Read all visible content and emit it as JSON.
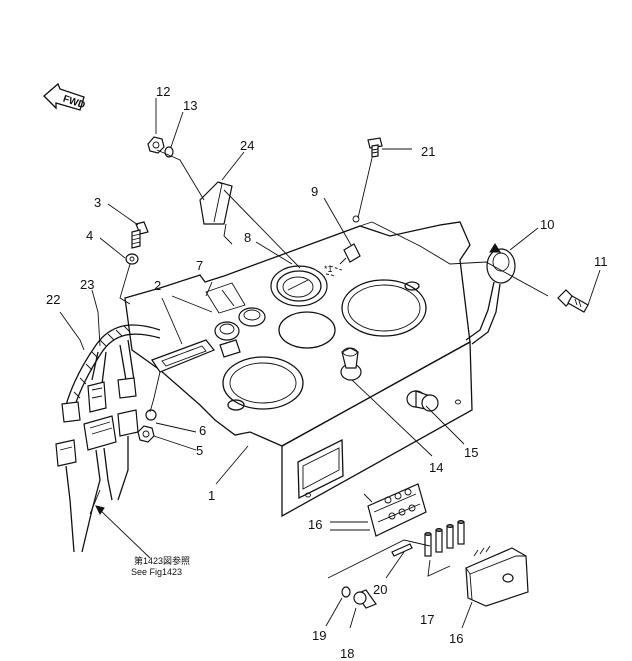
{
  "orientation": {
    "label": "FWD"
  },
  "parts": [
    {
      "number": "1"
    },
    {
      "number": "2"
    },
    {
      "number": "3"
    },
    {
      "number": "4"
    },
    {
      "number": "5"
    },
    {
      "number": "6"
    },
    {
      "number": "7"
    },
    {
      "number": "8"
    },
    {
      "number": "9"
    },
    {
      "number": "10"
    },
    {
      "number": "11"
    },
    {
      "number": "12"
    },
    {
      "number": "13"
    },
    {
      "number": "14"
    },
    {
      "number": "15"
    },
    {
      "number": "16"
    },
    {
      "number": "16"
    },
    {
      "number": "17"
    },
    {
      "number": "18"
    },
    {
      "number": "19"
    },
    {
      "number": "20"
    },
    {
      "number": "21"
    },
    {
      "number": "22"
    },
    {
      "number": "23"
    },
    {
      "number": "24"
    }
  ],
  "reference_note": {
    "line1": "第1423図参照",
    "line2": "See Fig1423"
  }
}
